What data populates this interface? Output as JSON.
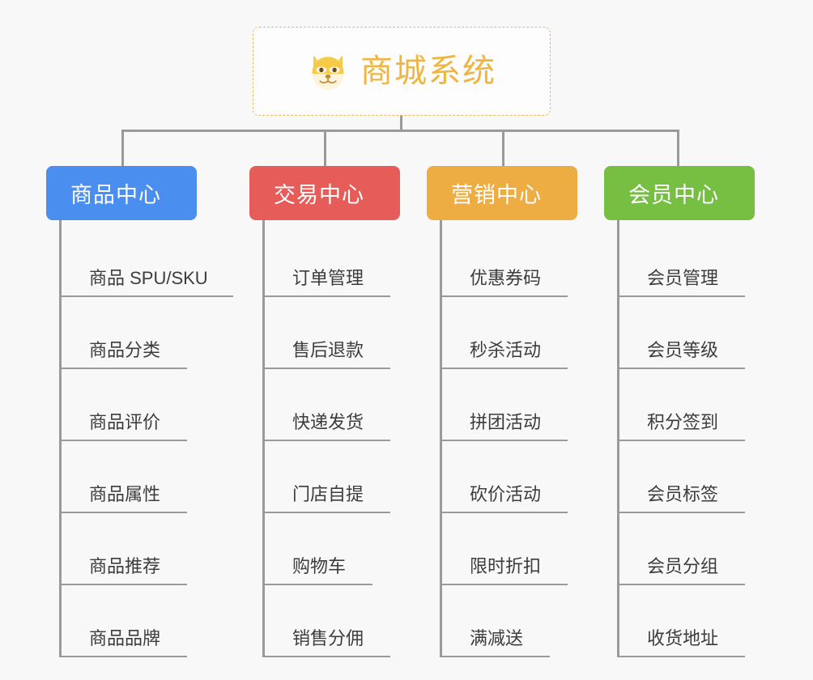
{
  "root": {
    "emoji_name": "dog-face-emoji",
    "title": "商城系统"
  },
  "colors": {
    "background": "#f8f8f8",
    "root_border": "#e8b960",
    "root_title": "#efb53f",
    "connector": "#9a9a9a",
    "product_center": "#4a8ef0",
    "trade_center": "#e65c58",
    "marketing_center": "#eead42",
    "member_center": "#76bf43",
    "item_text": "#3c3c3c"
  },
  "columns": [
    {
      "id": "product-center",
      "label": "商品中心",
      "color": "#4a8ef0",
      "items": [
        "商品 SPU/SKU",
        "商品分类",
        "商品评价",
        "商品属性",
        "商品推荐",
        "商品品牌"
      ]
    },
    {
      "id": "trade-center",
      "label": "交易中心",
      "color": "#e65c58",
      "items": [
        "订单管理",
        "售后退款",
        "快递发货",
        "门店自提",
        "购物车",
        "销售分佣"
      ]
    },
    {
      "id": "marketing-center",
      "label": "营销中心",
      "color": "#eead42",
      "items": [
        "优惠券码",
        "秒杀活动",
        "拼团活动",
        "砍价活动",
        "限时折扣",
        "满减送"
      ]
    },
    {
      "id": "member-center",
      "label": "会员中心",
      "color": "#76bf43",
      "items": [
        "会员管理",
        "会员等级",
        "积分签到",
        "会员标签",
        "会员分组",
        "收货地址"
      ]
    }
  ]
}
